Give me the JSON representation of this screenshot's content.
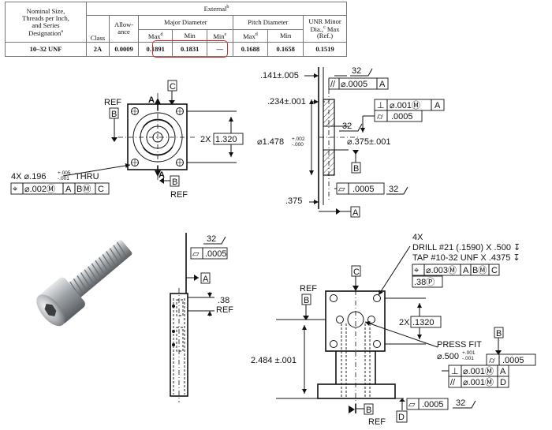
{
  "thread_table": {
    "header": {
      "nominal_size": [
        "Nominal Size,",
        "Threads per Inch,",
        "and Series",
        "Designation"
      ],
      "nominal_note": "a",
      "external": "External",
      "external_note": "b",
      "class": "Class",
      "allowance": [
        "Allow-",
        "ance"
      ],
      "major_diameter": "Major Diameter",
      "pitch_diameter": "Pitch Diameter",
      "unr_minor": [
        "UNR Minor",
        "Dia.,",
        " Max",
        "(Ref.)"
      ],
      "unr_note": "c",
      "max": "Max",
      "max_note": "d",
      "min": "Min",
      "min_e": "Min",
      "min_e_note": "e"
    },
    "row": {
      "designation": "10–32 UNF",
      "class": "2A",
      "allowance": "0.0009",
      "major_max": "0.1891",
      "major_min": "0.1831",
      "major_min_e": "—",
      "pitch_max": "0.1688",
      "pitch_min": "0.1658",
      "unr_minor": "0.1519"
    }
  },
  "top_front_view": {
    "ref": "REF",
    "datum_b": "B",
    "datum_c": "C",
    "section_a_top": "A",
    "section_a_bottom": "A",
    "dim_2x": "2X",
    "dim_1320": "1.320",
    "hole_callout": "4X ⌀.196",
    "hole_tol_upper": "+.005",
    "hole_tol_lower": "-.001",
    "hole_thru": "THRU",
    "fcf_position": [
      "⌖",
      "⌀.002Ⓜ",
      "A",
      "BⓂ",
      "C"
    ],
    "ref_bottom": "REF",
    "datum_b_bottom": "B"
  },
  "top_side_view": {
    "dim_141": ".141±.005",
    "dim_234": ".234±.001",
    "dim_1478": "⌀1.478",
    "dim_1478_upper": "+.002",
    "dim_1478_lower": "-.000",
    "dim_375_dia": "⌀.375±.001",
    "dim_375": ".375",
    "finish_32": "32",
    "finish_32b": "32",
    "finish_32c": "32",
    "fcf_parallel": [
      "//",
      "⌀.0005",
      "A"
    ],
    "fcf_perp": [
      "⊥",
      "⌀.001Ⓜ",
      "A"
    ],
    "fcf_cyl": [
      "⌭",
      ".0005"
    ],
    "fcf_flat": [
      "⏥",
      ".0005"
    ],
    "datum_a": "A",
    "datum_b": "B"
  },
  "bottom_side_view": {
    "finish_32": "32",
    "fcf_flat": [
      "⏥",
      ".0005"
    ],
    "datum_a": "A",
    "dim_38": ".38",
    "ref": "REF"
  },
  "bottom_front_view": {
    "drill_4x": "4X",
    "drill": "DRILL #21 (.1590) X .500 ↧",
    "tap": "TAP #10-32 UNF X .4375 ↧",
    "fcf_tap": [
      "⌖",
      "⌀.003Ⓜ",
      "A",
      "BⓂ",
      "C"
    ],
    "fcf_proj": ".38Ⓟ",
    "datum_c": "C",
    "ref": "REF",
    "datum_b": "B",
    "dim_2x": "2X",
    "dim_1320": ".1320",
    "press_fit": "PRESS FIT",
    "press_dia": "⌀.500",
    "press_upper": "+.001",
    "press_lower": "-.001",
    "fcf_cyl": [
      "⌭",
      ".0005"
    ],
    "fcf_perp": [
      "⊥",
      "⌀.001Ⓜ",
      "A"
    ],
    "fcf_par": [
      "//",
      "⌀.001Ⓜ",
      "D"
    ],
    "datum_b2": "B",
    "dim_2484": "2.484 ±.001",
    "fcf_flat": [
      "⏥",
      ".0005"
    ],
    "finish_32": "32",
    "datum_d": "D",
    "datum_b3": "B",
    "ref_bottom": "REF"
  }
}
